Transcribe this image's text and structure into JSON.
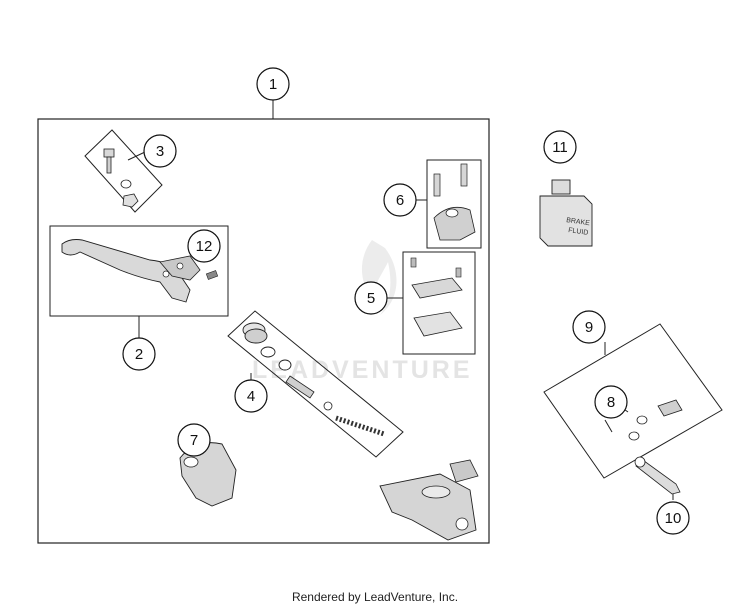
{
  "watermark": "LEADVENTURE",
  "bottle_label": {
    "line1": "BRAKE",
    "line2": "FLUID"
  },
  "callouts": {
    "c1": "1",
    "c2": "2",
    "c3": "3",
    "c4": "4",
    "c5": "5",
    "c6": "6",
    "c7": "7",
    "c8": "8",
    "c9": "9",
    "c10": "10",
    "c11": "11",
    "c12": "12"
  },
  "footer": "Rendered by LeadVenture, Inc."
}
